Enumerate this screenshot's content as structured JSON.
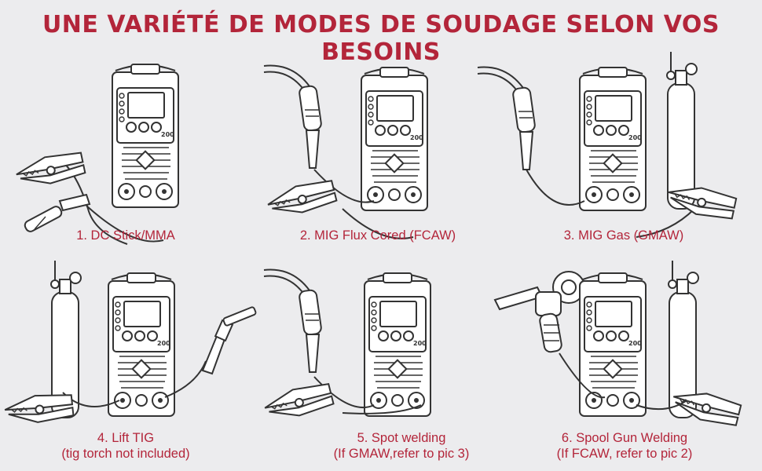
{
  "header": {
    "title": "UNE VARIÉTÉ DE MODES DE SOUDAGE SELON VOS BESOINS"
  },
  "colors": {
    "accent": "#b3253a",
    "background": "#ececee",
    "line": "#333333"
  },
  "modes": [
    {
      "line1": "1. DC Stick/MMA",
      "line2": "",
      "icons": [
        "welder-machine",
        "ground-clamp",
        "electrode-holder"
      ]
    },
    {
      "line1": "2. MIG Flux Cored (FCAW)",
      "line2": "",
      "icons": [
        "welder-machine",
        "mig-torch",
        "ground-clamp"
      ]
    },
    {
      "line1": "3. MIG Gas (GMAW)",
      "line2": "",
      "icons": [
        "welder-machine",
        "mig-torch",
        "gas-cylinder",
        "ground-clamp"
      ]
    },
    {
      "line1": "4. Lift TIG",
      "line2": "(tig torch not included)",
      "icons": [
        "welder-machine",
        "tig-torch",
        "gas-cylinder",
        "ground-clamp"
      ]
    },
    {
      "line1": "5. Spot welding",
      "line2": "(If GMAW,refer to pic 3)",
      "icons": [
        "welder-machine",
        "mig-torch",
        "ground-clamp"
      ]
    },
    {
      "line1": "6. Spool Gun Welding",
      "line2": "(If FCAW, refer to pic 2)",
      "icons": [
        "welder-machine",
        "spool-gun",
        "gas-cylinder",
        "ground-clamp"
      ]
    }
  ],
  "machine": {
    "brand": "200"
  }
}
